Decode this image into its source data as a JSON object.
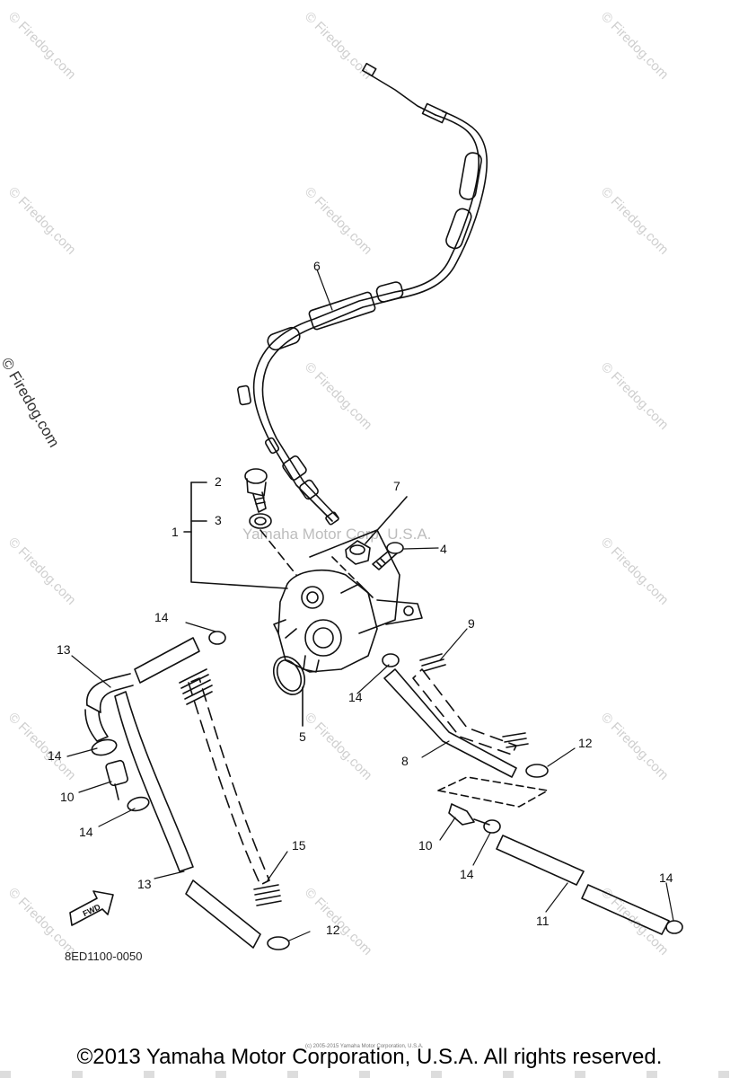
{
  "watermark": "© Firedog.com",
  "center_watermark": "Yamaha Motor Corp. U.S.A.",
  "part_code": "8ED1100-0050",
  "fwd_label": "FWD",
  "copyright": "©2013 Yamaha Motor Corporation, U.S.A. All rights reserved.",
  "fine_print": "(c) 2005-2015 Yamaha Motor Corporation, U.S.A.",
  "callouts": [
    "1",
    "2",
    "3",
    "4",
    "5",
    "6",
    "7",
    "8",
    "9",
    "10",
    "10",
    "11",
    "12",
    "12",
    "13",
    "13",
    "14",
    "14",
    "14",
    "14",
    "14",
    "14",
    "15"
  ]
}
